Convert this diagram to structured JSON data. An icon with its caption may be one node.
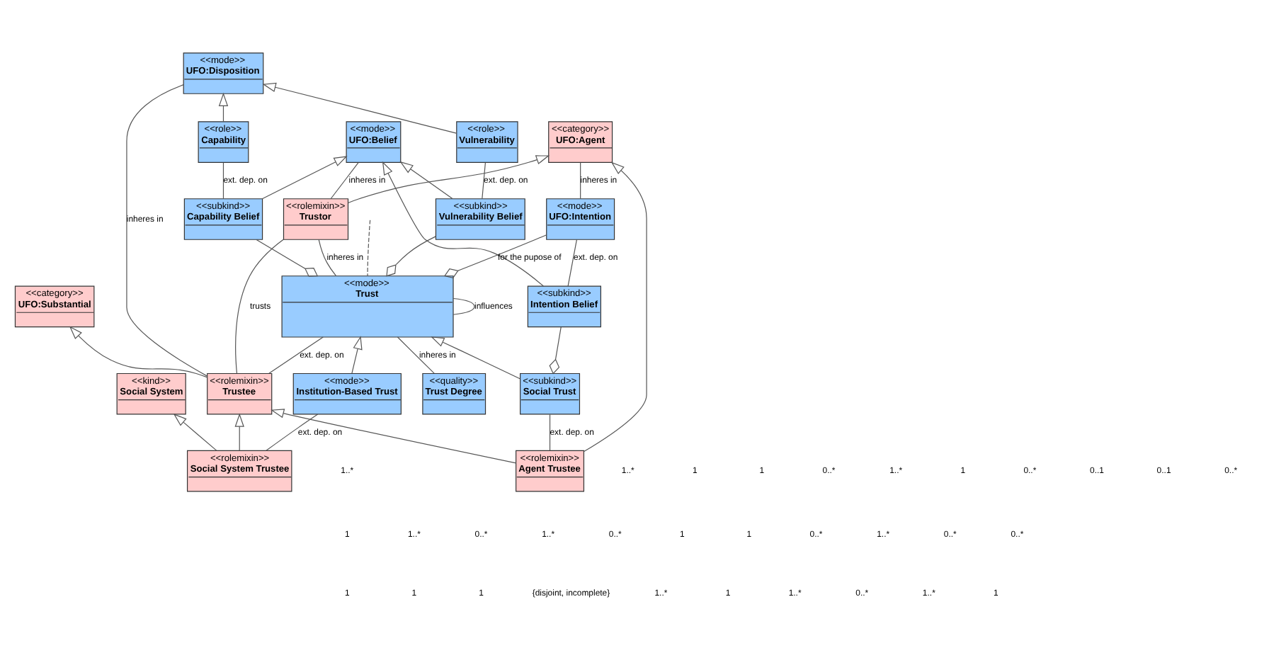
{
  "diagram": {
    "nodes": [
      {
        "text": [
          "<<mode>>",
          "UFO:Belief"
        ]
      },
      {
        "text": [
          "<<mode>>",
          "UFO:Disposition"
        ]
      },
      {
        "text": [
          "<<category>>",
          "UFO:Agent"
        ]
      },
      {
        "text": [
          "<<role>>",
          "Capability"
        ]
      },
      {
        "text": [
          "<<role>>",
          "Vulnerability"
        ]
      },
      {
        "text": [
          "<<category>>",
          "UFO:Substantial"
        ]
      },
      {
        "text": [
          "<<subkind>>",
          "Capability Belief"
        ]
      },
      {
        "text": [
          "<<subkind>>",
          "Vulnerability Belief"
        ]
      },
      {
        "text": [
          "<<rolemixin>>",
          "Trustor"
        ]
      },
      {
        "text": [
          "<<rolemixin>>",
          "Trustee"
        ]
      },
      {
        "text": [
          "<<mode>>",
          "Trust"
        ]
      },
      {
        "text": [
          "<<mode>>",
          "UFO:Intention"
        ]
      },
      {
        "text": [
          "<<quality>>",
          "Trust Degree"
        ]
      },
      {
        "text": [
          "<<kind>>",
          "Social System"
        ]
      },
      {
        "text": [
          "<<subkind>>",
          "Intention Belief"
        ]
      },
      {
        "text": [
          "<<subkind>>",
          "Social Trust"
        ]
      },
      {
        "text": [
          "<<mode>>",
          "Institution-Based Trust"
        ]
      },
      {
        "text": [
          "<<rolemixin>>",
          "Social System Trustee"
        ]
      },
      {
        "text": [
          "<<rolemixin>>",
          "Agent Trustee"
        ]
      }
    ],
    "edges": [
      {
        "from": 18,
        "to": 2,
        "arrow": "to"
      },
      {
        "from": 14,
        "to": 0,
        "arrow": "to"
      },
      {
        "from": 6,
        "to": 0,
        "arrow": "to"
      },
      {
        "from": 7,
        "to": 0,
        "arrow": "to"
      },
      {
        "from": 3,
        "to": 1,
        "arrow": "to"
      },
      {
        "from": 4,
        "to": 1,
        "arrow": "to"
      },
      {
        "from": 8,
        "to": 2,
        "arrow": "to"
      },
      {
        "from": 9,
        "to": 5,
        "arrow": "to"
      },
      {
        "from": 15,
        "to": 10,
        "arrow": "to"
      },
      {
        "from": 16,
        "to": 10,
        "arrow": "to"
      },
      {
        "from": 17,
        "to": 13,
        "arrow": "to"
      },
      {
        "from": 17,
        "to": 9,
        "arrow": "to"
      },
      {
        "from": 18,
        "to": 9,
        "arrow": "to"
      },
      {
        "from": 0,
        "to": 8,
        "arrow": "none",
        "label": "inheres in"
      },
      {
        "from": 1,
        "to": 9,
        "arrow": "none",
        "label": "inheres in"
      },
      {
        "from": 3,
        "to": 6,
        "arrow": "none",
        "label": "ext. dep. on"
      },
      {
        "from": 4,
        "to": 7,
        "arrow": "none",
        "label": "ext. dep. on"
      },
      {
        "from": 2,
        "to": 11,
        "arrow": "none",
        "label": "inheres in"
      },
      {
        "from": 8,
        "to": 9,
        "arrow": "none",
        "label": "trusts"
      },
      {
        "from": 10,
        "to": null,
        "arrow": "none",
        "style": "dashed"
      },
      {
        "from": 8,
        "to": 10,
        "arrow": "none",
        "label": "inheres in"
      },
      {
        "from": 6,
        "to": 10,
        "arrow": "other"
      },
      {
        "from": 7,
        "to": 10,
        "arrow": "other"
      },
      {
        "from": 11,
        "to": 10,
        "arrow": "other",
        "label": "for the pupose of"
      },
      {
        "from": 10,
        "to": 9,
        "arrow": "none",
        "label": "ext. dep. on"
      },
      {
        "from": 10,
        "to": 10,
        "arrow": "none",
        "label": "influences"
      },
      {
        "from": 10,
        "to": 12,
        "arrow": "none",
        "label": "inheres in"
      },
      {
        "from": 11,
        "to": 14,
        "arrow": "none",
        "label": "ext. dep. on"
      },
      {
        "from": 14,
        "to": 15,
        "arrow": "other"
      },
      {
        "from": 16,
        "to": 17,
        "arrow": "none",
        "label": "ext. dep. on"
      },
      {
        "from": 15,
        "to": 18,
        "arrow": "none",
        "label": "ext. dep. on"
      }
    ],
    "labels": [
      "1..*",
      "1..*",
      "1",
      "1",
      "0..*",
      "1..*",
      "1",
      "0..*",
      "0..1",
      "0..1",
      "0..*",
      "1",
      "1..*",
      "0..*",
      "1..*",
      "0..*",
      "1",
      "1",
      "0..*",
      "1..*",
      "0..*",
      "0..*",
      "1",
      "1",
      "1",
      "{disjoint, incomplete}",
      "1..*",
      "1",
      "1..*",
      "0..*",
      "1..*",
      "1"
    ]
  }
}
